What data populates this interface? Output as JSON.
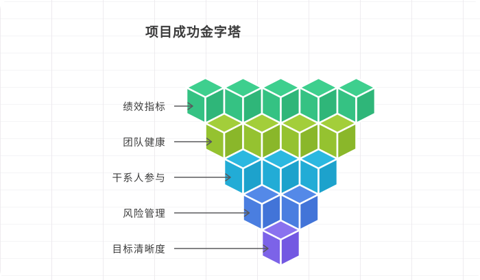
{
  "chart_data": {
    "type": "bar",
    "title": "项目成功金字塔",
    "subtitle": "",
    "xlabel": "",
    "ylabel": "",
    "orientation": "isometric-cube-pyramid",
    "categories": [
      "绩效指标",
      "团队健康",
      "干系人参与",
      "风险管理",
      "目标清晰度"
    ],
    "values": [
      5,
      4,
      3,
      2,
      1
    ],
    "colors": [
      "#35c283",
      "#95c230",
      "#22acd6",
      "#4a7ee0",
      "#7c63e8"
    ],
    "legend": "none",
    "grid": true,
    "annotations": [
      {
        "label": "绩效指标",
        "cubes": 5,
        "level": 5
      },
      {
        "label": "团队健康",
        "cubes": 4,
        "level": 4
      },
      {
        "label": "干系人参与",
        "cubes": 3,
        "level": 3
      },
      {
        "label": "风险管理",
        "cubes": 2,
        "level": 2
      },
      {
        "label": "目标清晰度",
        "cubes": 1,
        "level": 1
      }
    ]
  },
  "header": {
    "title": "项目成功金字塔"
  },
  "rows": [
    {
      "label": "绩效指标",
      "count": 5,
      "color_top": "#3ecf8e",
      "color_left": "#35c283",
      "color_right": "#2fb679"
    },
    {
      "label": "团队健康",
      "count": 4,
      "color_top": "#a3ce3a",
      "color_left": "#95c230",
      "color_right": "#8ab72a"
    },
    {
      "label": "干系人参与",
      "count": 3,
      "color_top": "#2cb8e0",
      "color_left": "#22acd6",
      "color_right": "#1da2cc"
    },
    {
      "label": "风险管理",
      "count": 2,
      "color_top": "#5489e8",
      "color_left": "#4a7ee0",
      "color_right": "#4274d8"
    },
    {
      "label": "目标清晰度",
      "count": 1,
      "color_top": "#8a72ef",
      "color_left": "#7c63e8",
      "color_right": "#7358e2"
    }
  ],
  "connectors": {
    "line_color": "#58585c",
    "arrow": "arrow-right"
  },
  "canvas": {
    "background": "#ffffff",
    "grid_line_color": "#f3f3f5",
    "vertical_rule_color": "#ece9ed"
  }
}
